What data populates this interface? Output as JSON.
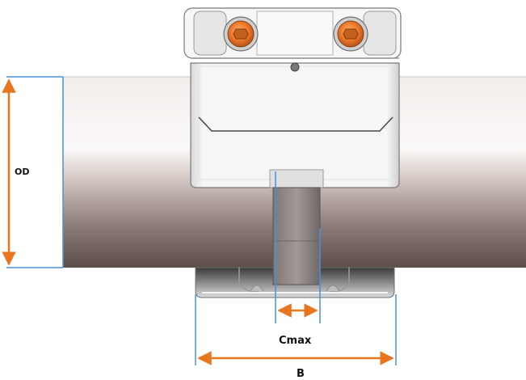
{
  "labels": {
    "od": "OD",
    "cmax": "Cmax",
    "b": "B"
  },
  "colors": {
    "dimension_arrow": "#e8761f",
    "extension_line": "#4a90d9",
    "bolt": "#f07a2a",
    "housing": "#f3f3f3",
    "pipe_dark": "#6b5a55",
    "pipe_light": "#f4f0ee"
  }
}
